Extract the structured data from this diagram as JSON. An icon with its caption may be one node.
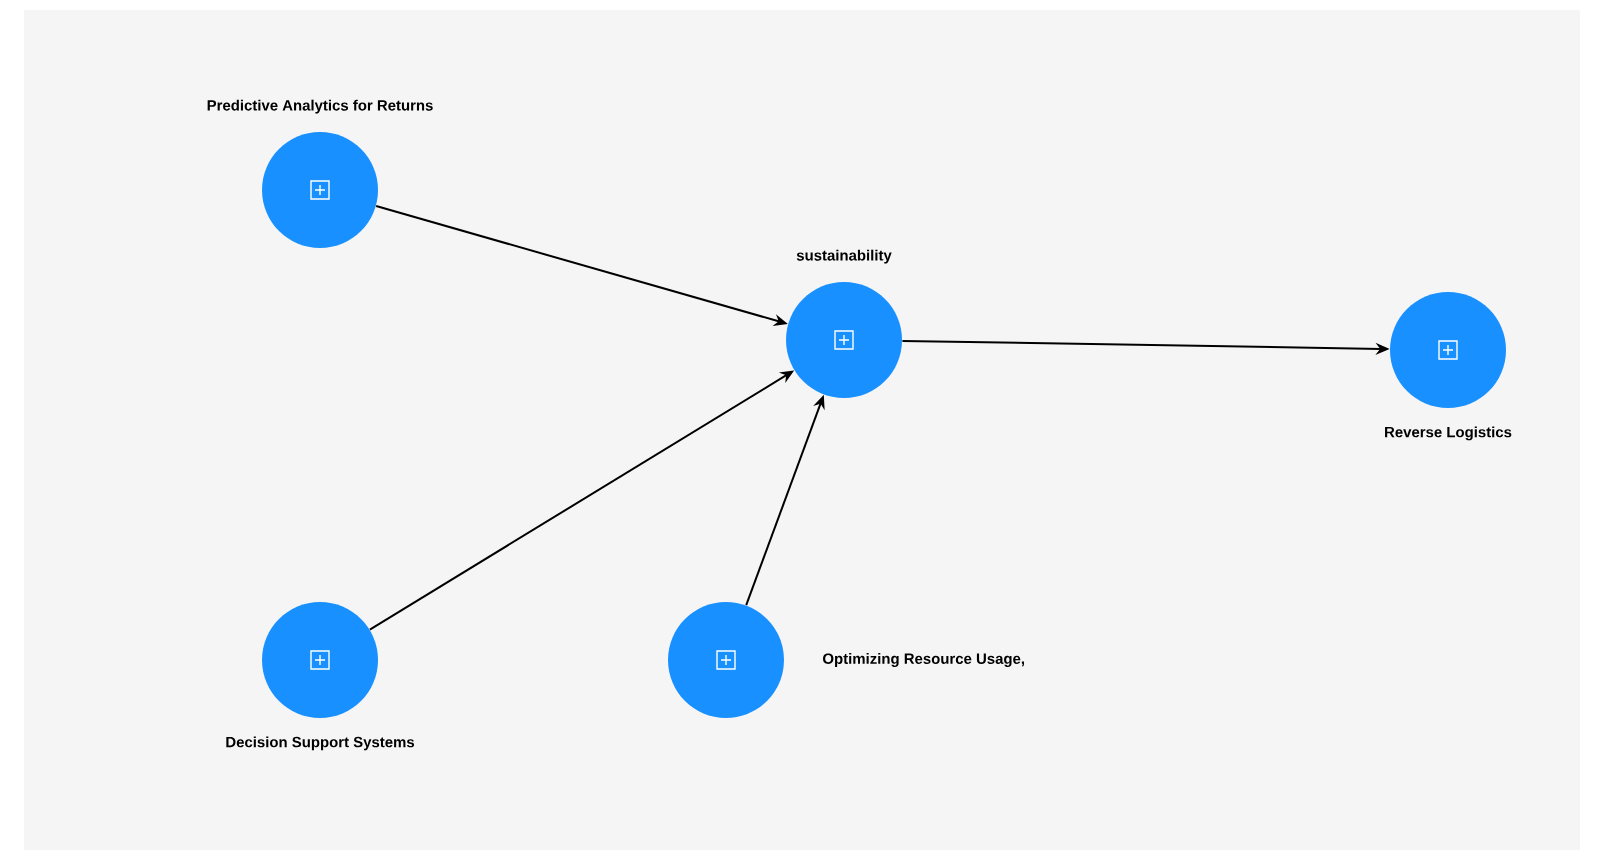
{
  "diagram": {
    "nodes": [
      {
        "text": [
          "Predictive Analytics for Returns"
        ]
      },
      {
        "text": [
          "sustainability"
        ]
      },
      {
        "text": [
          "Reverse Logistics"
        ]
      },
      {
        "text": [
          "Decision Support Systems"
        ]
      },
      {
        "text": [
          "Optimizing Resource Usage,"
        ]
      }
    ],
    "edges": [
      {
        "from": 0,
        "to": 1,
        "arrow": "to"
      },
      {
        "from": 3,
        "to": 1,
        "arrow": "to"
      },
      {
        "from": 4,
        "to": 1,
        "arrow": "to"
      },
      {
        "from": 1,
        "to": 2,
        "arrow": "to"
      }
    ]
  }
}
